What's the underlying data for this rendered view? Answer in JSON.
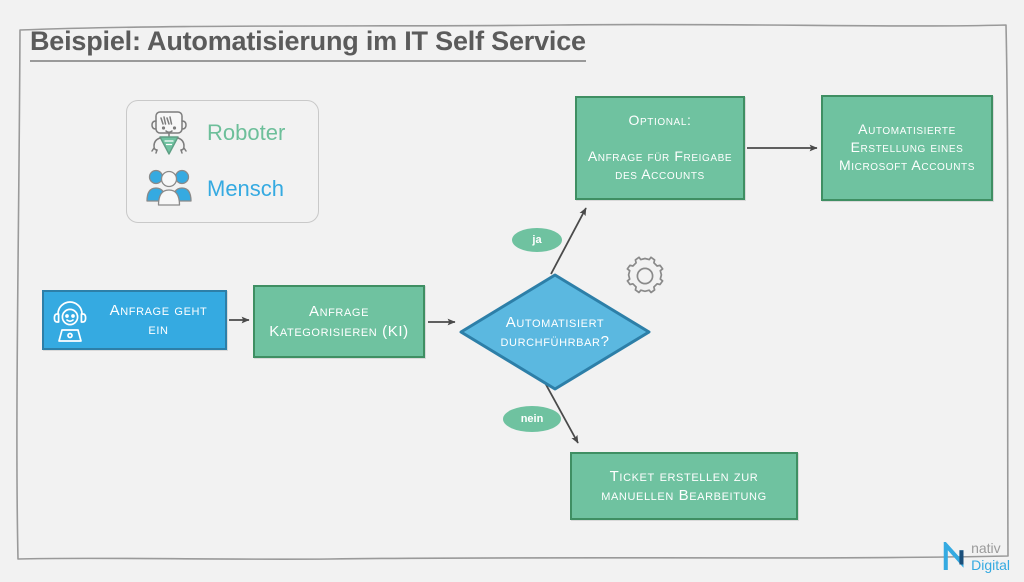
{
  "page": {
    "title": "Beispiel: Automatisierung im IT Self Service",
    "background_color": "#f2f2f2",
    "frame_color": "#9a9a9a",
    "title_color": "#5b5b5b"
  },
  "colors": {
    "green_fill": "#6fc2a0",
    "green_border": "#3f8f63",
    "blue_fill": "#35aae1",
    "blue_border": "#2d7fa8",
    "legend_green_text": "#6dbf9a",
    "legend_blue_text": "#35aae1",
    "arrow": "#4a4a4a",
    "pill_fill": "#6fc2a0"
  },
  "legend": {
    "items": [
      {
        "icon": "robot-icon",
        "label": "Roboter",
        "color": "#6dbf9a"
      },
      {
        "icon": "people-icon",
        "label": "Mensch",
        "color": "#35aae1"
      }
    ]
  },
  "flow": {
    "nodes": [
      {
        "id": "anfrage-eingang",
        "icon": "headset-person-icon",
        "label": "Anfrage geht ein",
        "shape": "rect",
        "actor": "Mensch",
        "fill": "#35aae1"
      },
      {
        "id": "kategorisieren",
        "label": "Anfrage\nKategorisieren (KI)",
        "line1": "Anfrage",
        "line2": "Kategorisieren (KI)",
        "shape": "rect",
        "actor": "Roboter",
        "fill": "#6fc2a0"
      },
      {
        "id": "decision",
        "label": "Automatisiert durchführbar?",
        "line1": "Automatisiert",
        "line2": "durchführbar?",
        "shape": "diamond",
        "actor": "Roboter",
        "fill": "#5bb8e0"
      },
      {
        "id": "optional-freigabe",
        "label": "Optional: Anfrage für Freigabe des Accounts",
        "line1": "Optional:",
        "line2": "Anfrage für Freigabe",
        "line3": "des Accounts",
        "shape": "rect",
        "actor": "Mensch",
        "fill": "#6fc2a0"
      },
      {
        "id": "ms-account",
        "label": "Automatisierte Erstellung eines Microsoft Accounts",
        "line1": "Automatisierte",
        "line2": "Erstellung eines",
        "line3": "Microsoft Accounts",
        "shape": "rect",
        "actor": "Roboter",
        "fill": "#6fc2a0"
      },
      {
        "id": "ticket",
        "label": "Ticket erstellen zur manuellen Bearbeitung",
        "line1": "Ticket erstellen zur",
        "line2": "manuellen Bearbeitung",
        "shape": "rect",
        "actor": "Mensch",
        "fill": "#6fc2a0"
      }
    ],
    "branches": [
      {
        "id": "ja",
        "label": "ja",
        "from": "decision",
        "to": "optional-freigabe"
      },
      {
        "id": "nein",
        "label": "nein",
        "from": "decision",
        "to": "ticket"
      }
    ],
    "edges": [
      {
        "from": "anfrage-eingang",
        "to": "kategorisieren"
      },
      {
        "from": "kategorisieren",
        "to": "decision"
      },
      {
        "from": "decision",
        "to": "optional-freigabe",
        "label": "ja"
      },
      {
        "from": "optional-freigabe",
        "to": "ms-account"
      },
      {
        "from": "decision",
        "to": "ticket",
        "label": "nein"
      }
    ],
    "decoration": {
      "icon": "gear-icon",
      "color": "#8a8a8a"
    }
  },
  "logo": {
    "line1": "nativ",
    "line2": "Digital",
    "mark": "nativ-digital-logo-icon"
  }
}
